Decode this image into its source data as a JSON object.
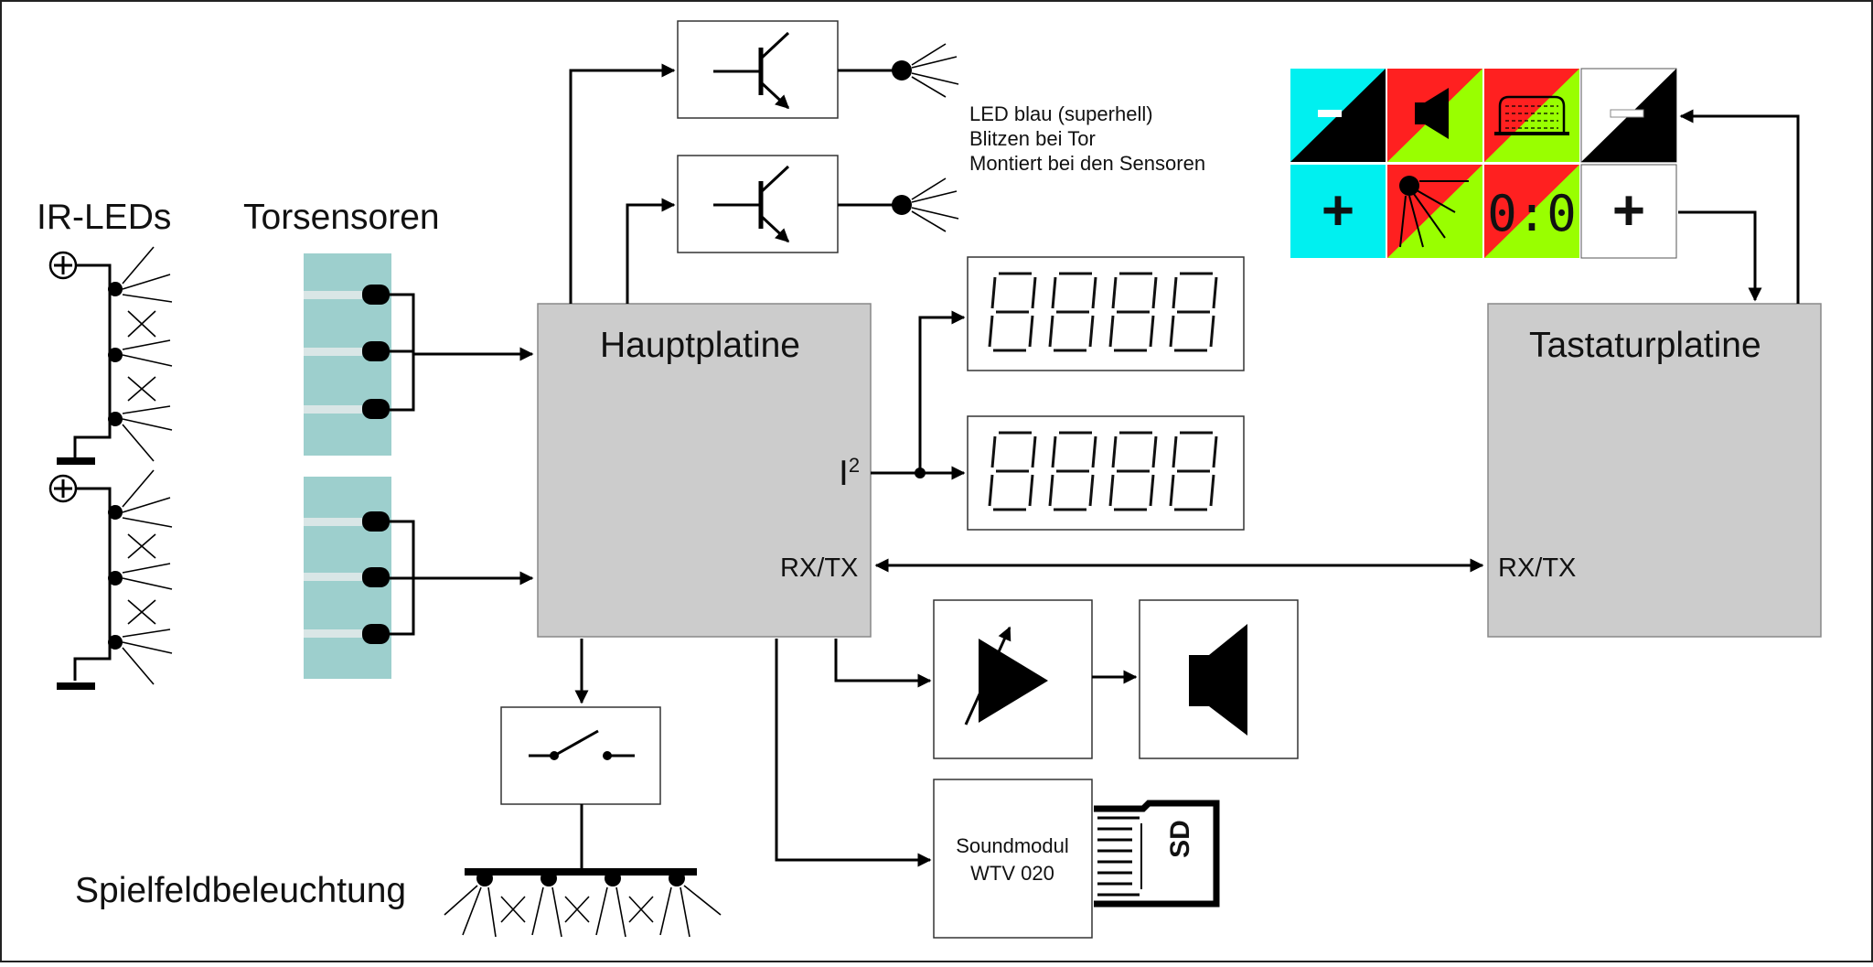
{
  "labels": {
    "ir_leds": "IR-LEDs",
    "torsensoren": "Torsensoren",
    "hauptplatine": "Hauptplatine",
    "tastaturplatine": "Tastaturplatine",
    "i2c_main": "I",
    "i2c_sup": "2",
    "rxtx_main": "RX/TX",
    "rxtx_keyboard": "RX/TX",
    "spielfeldbeleuchtung": "Spielfeldbeleuchtung",
    "soundmodul_line1": "Soundmodul",
    "soundmodul_line2": "WTV 020",
    "sd": "SD",
    "led_note_line1": "LED blau (superhell)",
    "led_note_line2": "Blitzen bei Tor",
    "led_note_line3": "Montiert bei den Sensoren",
    "plus": "+",
    "score_label": "0:0"
  },
  "colors": {
    "cyan": "#00f0f0",
    "red": "#ff2020",
    "green": "#99ff00",
    "sensor_bg": "#9dcfcd",
    "board_grey": "#cccccc"
  },
  "icons": [
    "plus-circle-icon",
    "transistor-icon",
    "led-icon",
    "seven-segment-display-icon",
    "amplifier-icon",
    "speaker-icon",
    "switch-icon",
    "sd-card-icon",
    "lamp-icon"
  ]
}
